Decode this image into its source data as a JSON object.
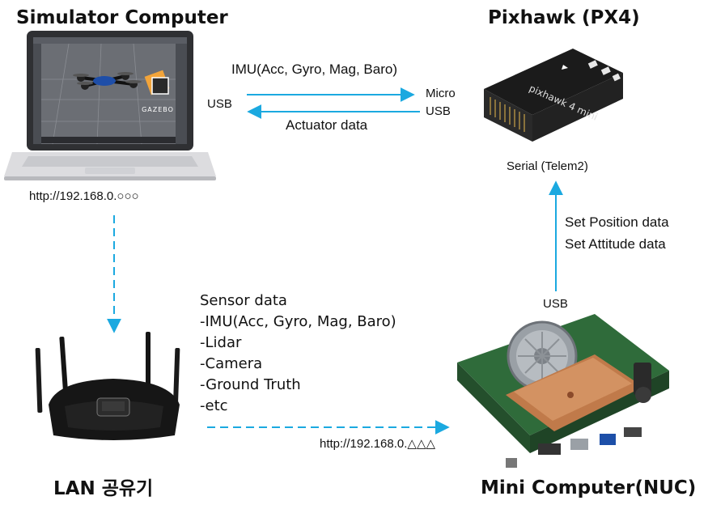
{
  "nodes": {
    "simulator": {
      "title": "Simulator Computer",
      "address": "http://192.168.0.○○○",
      "screen_logo": "GAZEBO"
    },
    "pixhawk": {
      "title": "Pixhawk (PX4)",
      "port": "Serial (Telem2)",
      "device_text": "pixhawk 4 mini"
    },
    "router": {
      "title": "LAN 공유기"
    },
    "nuc": {
      "title": "Mini Computer(NUC)",
      "address": "http://192.168.0.△△△",
      "port": "USB"
    }
  },
  "links": {
    "sim_to_px": {
      "label": "IMU(Acc, Gyro, Mag, Baro)",
      "left_port": "USB",
      "right_port_line1": "Micro",
      "right_port_line2": "USB"
    },
    "px_to_sim": {
      "label": "Actuator data"
    },
    "nuc_to_px": {
      "line1": "Set Position data",
      "line2": "Set Attitude data"
    },
    "router_to_nuc": {
      "heading": "Sensor data",
      "items": [
        "-IMU(Acc, Gyro, Mag, Baro)",
        "-Lidar",
        "-Camera",
        "-Ground Truth",
        "-etc"
      ]
    }
  },
  "colors": {
    "arrow": "#1ba9e0",
    "text": "#111111"
  }
}
